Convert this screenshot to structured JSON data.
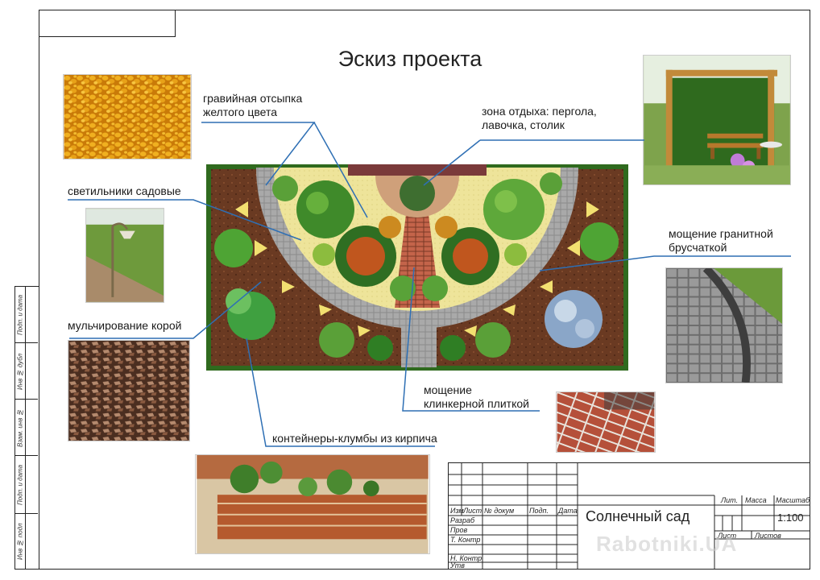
{
  "title": "Эскиз проекта",
  "labels": {
    "gravel": [
      "гравийная отсыпка",
      "желтого цвета"
    ],
    "rest_zone": [
      "зона отдыха: пергола,",
      "лавочка, столик"
    ],
    "lights": [
      "светильники садовые"
    ],
    "granite": [
      "мощение гранитной",
      "брусчаткой"
    ],
    "mulch": [
      "мульчирование корой"
    ],
    "clinker": [
      "мощение",
      "клинкерной плиткой"
    ],
    "containers": [
      "контейнеры-клумбы из кирпича"
    ]
  },
  "side_strip": [
    "Инв № подл",
    "Подп. и дата",
    "Взам. инв №",
    "Инв № дубл",
    "Подп. и дата"
  ],
  "stamp": {
    "header_cells": [
      "Изм",
      "Лист",
      "№ докум",
      "Подп.",
      "Дата"
    ],
    "roles": [
      "Разраб",
      "Пров",
      "Т. Контр",
      "",
      "Н. Контр",
      "Утв"
    ],
    "project_name": "Солнечный сад",
    "lit_label": "Лит.",
    "mass_label": "Масса",
    "scale_label": "Масштаб",
    "scale_value": "1:100",
    "sheet_label": "Лист",
    "sheets_label": "Листов"
  },
  "watermark": "Rabotniki.UA",
  "colors": {
    "leader_line": "#2e6fb4",
    "mulch_brown": "#5a2e1a",
    "lawn_yellow": "#f0e8a0",
    "paving_gray": "#9a9a9a",
    "clinker_red": "#b5503a",
    "hedge_green": "#3d8a2a"
  }
}
